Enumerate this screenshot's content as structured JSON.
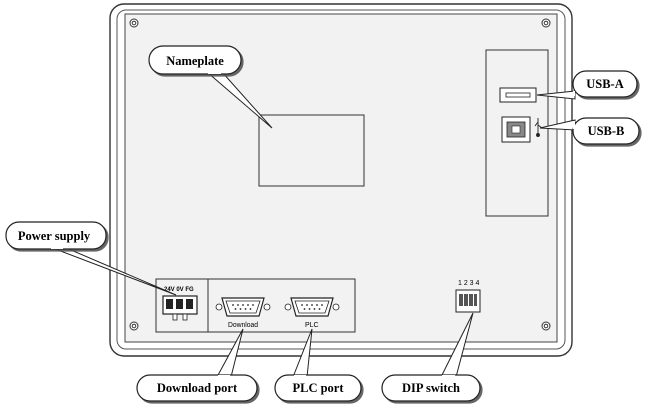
{
  "callouts": {
    "nameplate": "Nameplate",
    "usb_a": "USB-A",
    "usb_b": "USB-B",
    "power_supply": "Power supply",
    "download_port": "Download port",
    "plc_port": "PLC port",
    "dip_switch": "DIP switch"
  },
  "panel_labels": {
    "power_terminals": "24V 0V FG",
    "download_connector": "Download",
    "plc_connector": "PLC",
    "dip_numbers": "1 2 3 4"
  },
  "icons": [
    "screw-icon",
    "usb-symbol-icon",
    "db9-connector-icon",
    "terminal-block-icon",
    "dip-switch-icon"
  ]
}
